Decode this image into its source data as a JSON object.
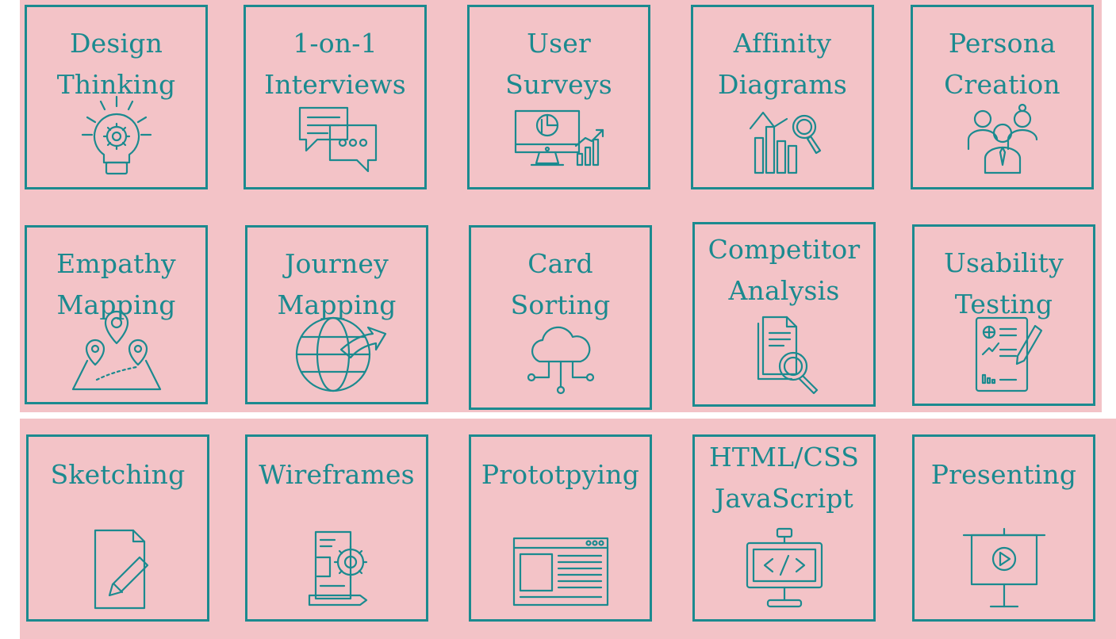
{
  "cards": [
    {
      "label": "Design\nThinking",
      "icon": "lightbulb-gear-icon"
    },
    {
      "label": "1-on-1\nInterviews",
      "icon": "chat-bubbles-icon"
    },
    {
      "label": "User\nSurveys",
      "icon": "monitor-chart-icon"
    },
    {
      "label": "Affinity\nDiagrams",
      "icon": "bar-chart-magnifier-icon"
    },
    {
      "label": "Persona\nCreation",
      "icon": "people-group-icon"
    },
    {
      "label": "Empathy\nMapping",
      "icon": "map-pins-icon"
    },
    {
      "label": "Journey\nMapping",
      "icon": "globe-arrow-icon"
    },
    {
      "label": "Card\nSorting",
      "icon": "cloud-network-icon"
    },
    {
      "label": "Competitor\nAnalysis",
      "icon": "document-magnifier-icon"
    },
    {
      "label": "Usability\nTesting",
      "icon": "report-pencil-icon"
    },
    {
      "label": "Sketching",
      "icon": "page-pencil-icon"
    },
    {
      "label": "Wireframes",
      "icon": "document-gear-icon"
    },
    {
      "label": "Prototpying",
      "icon": "browser-window-icon"
    },
    {
      "label": "HTML/CSS\nJavaScript",
      "icon": "code-monitor-icon"
    },
    {
      "label": "Presenting",
      "icon": "projector-screen-icon"
    }
  ],
  "colors": {
    "background": "#f3c3c7",
    "accent": "#1b8a8f"
  }
}
